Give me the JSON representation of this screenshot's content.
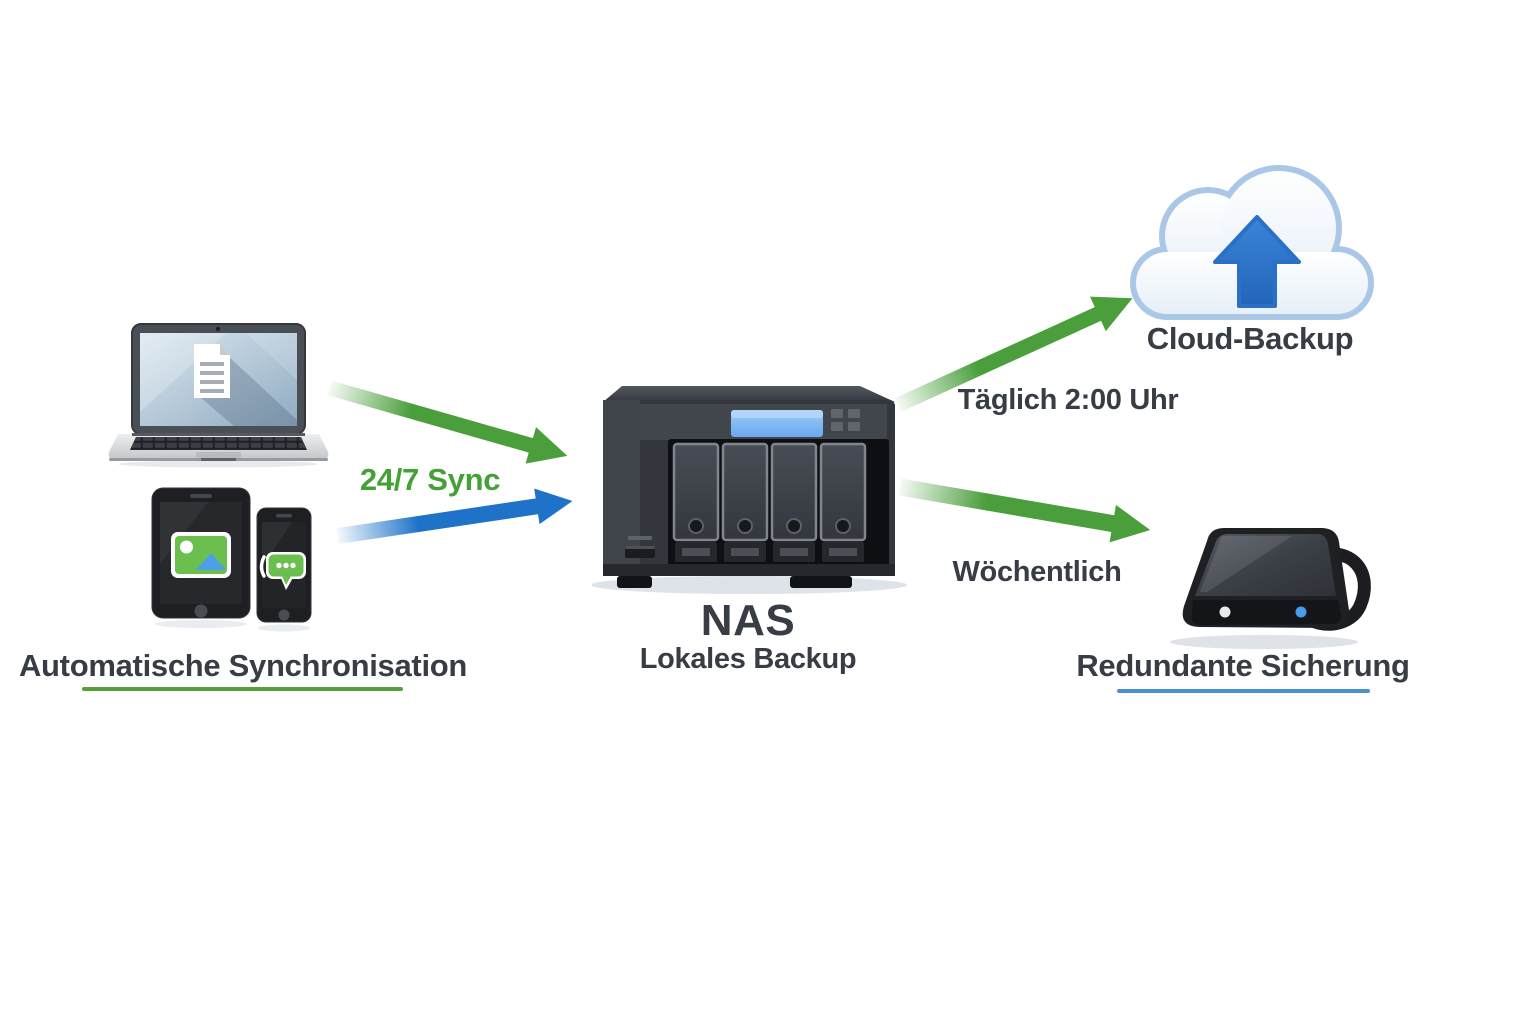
{
  "diagram": {
    "source_devices": {
      "caption": "Automatische Synchronisation",
      "devices": [
        "laptop-icon",
        "tablet-icon",
        "smartphone-icon"
      ],
      "device_screen_icons": [
        "document-icon",
        "photo-icon",
        "chat-icon"
      ],
      "sync_arrow_label": "24/7 Sync"
    },
    "nas": {
      "title": "NAS",
      "subtitle": "Lokales Backup"
    },
    "cloud_backup": {
      "label": "Cloud-Backup",
      "schedule": "Täglich 2:00 Uhr",
      "icon": "cloud-upload-icon"
    },
    "external_drive": {
      "label": "Redundante Sicherung",
      "schedule": "Wöchentlich",
      "icon": "external-drive-icon"
    }
  },
  "colors": {
    "arrow_green": "#4a9e3c",
    "arrow_blue": "#1e72c8",
    "text_dark": "#383d45",
    "sync_text_green": "#44a136",
    "underline_green": "#55a23b",
    "underline_blue": "#4a8fd2",
    "nas_lcd_blue": "#7cb9f4",
    "cloud_outline_blue": "#abc7e8",
    "cloud_arrow_blue": "#2a70c6"
  }
}
